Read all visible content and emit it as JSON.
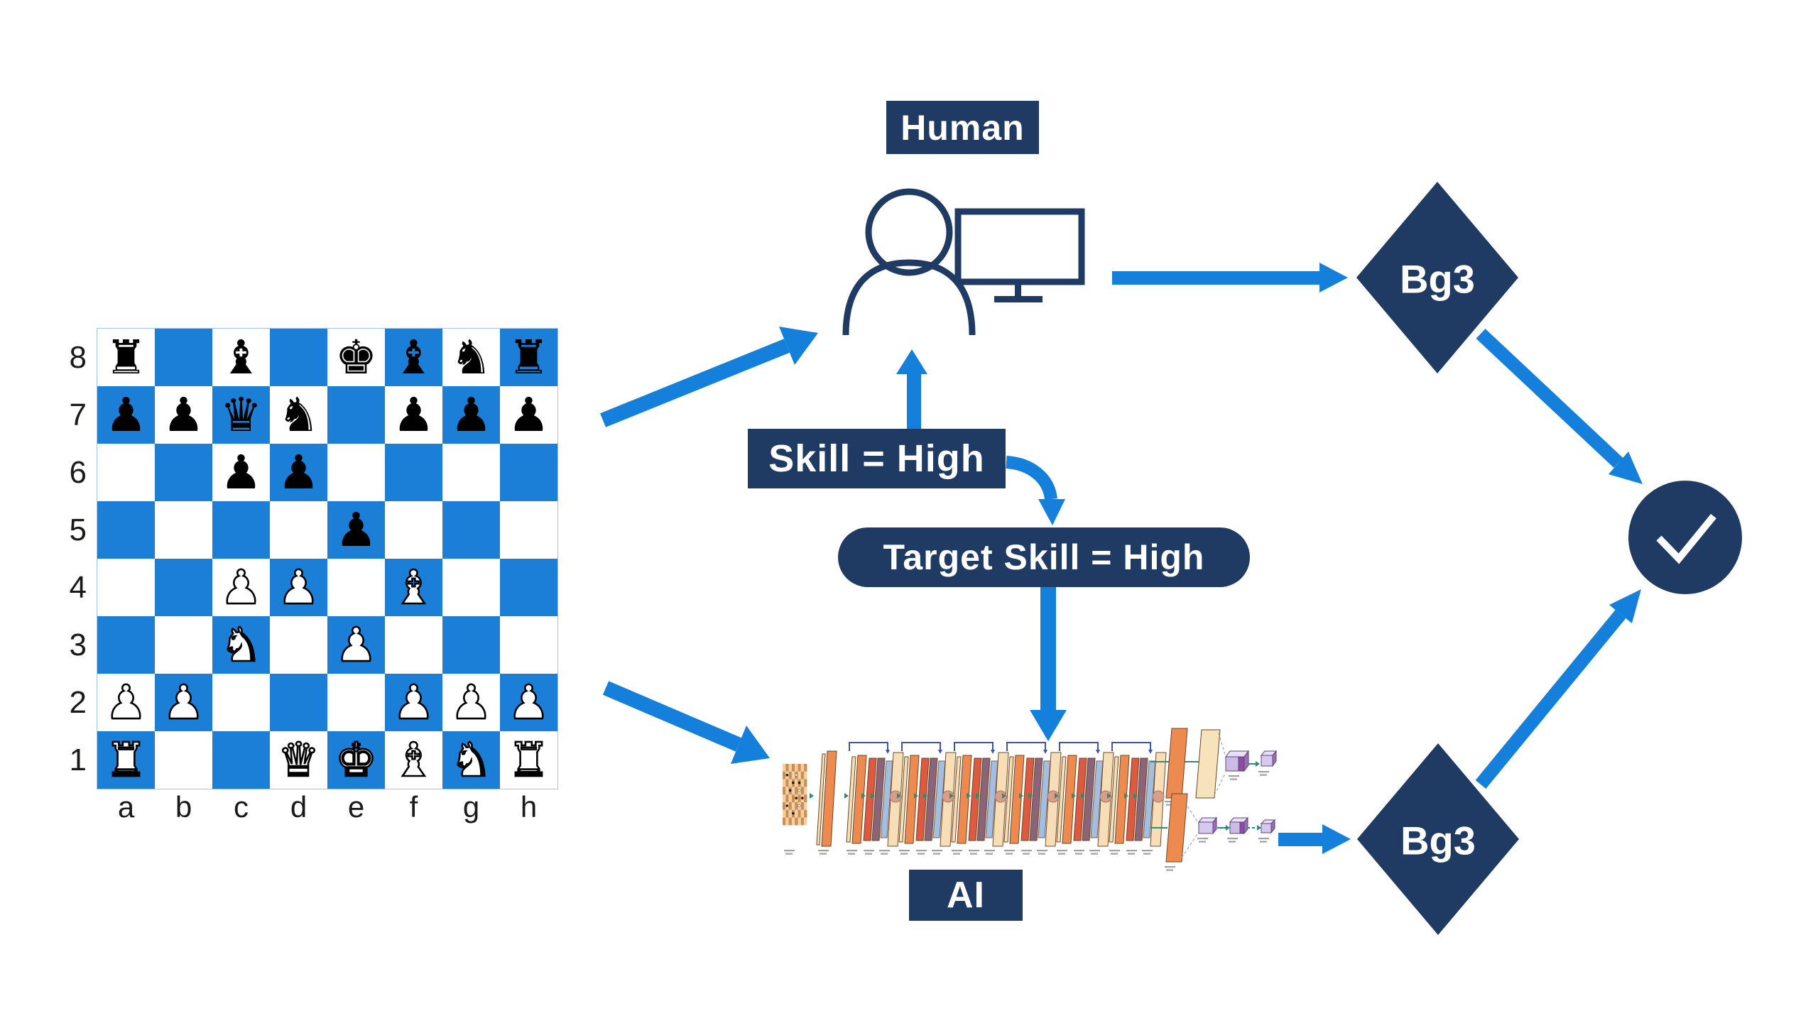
{
  "colors": {
    "accent_blue": "#1480dc",
    "navy": "#1f3a63",
    "board_dark_square": "#1b7ed7",
    "board_light_square": "#ffffff"
  },
  "labels": {
    "human": "Human",
    "ai": "AI",
    "skill": "Skill = High",
    "target_skill": "Target Skill = High",
    "bg3_top": "Bg3",
    "bg3_bottom": "Bg3"
  },
  "board": {
    "files": [
      "a",
      "b",
      "c",
      "d",
      "e",
      "f",
      "g",
      "h"
    ],
    "rank_labels": [
      "8",
      "7",
      "6",
      "5",
      "4",
      "3",
      "2",
      "1"
    ],
    "position": [
      "r.b.kbnr",
      "ppqn.ppp",
      "..pp....",
      "....p...",
      "..PP.B..",
      "..N.P...",
      "PP...PPP",
      "R..QKBNR"
    ],
    "glyphs": {
      "k": "♚",
      "q": "♛",
      "r": "♜",
      "b": "♝",
      "n": "♞",
      "p": "♟"
    }
  },
  "ai_network": {
    "type": "convolutional-residual-network",
    "residual_blocks": 6,
    "heads": [
      "policy",
      "value"
    ]
  }
}
